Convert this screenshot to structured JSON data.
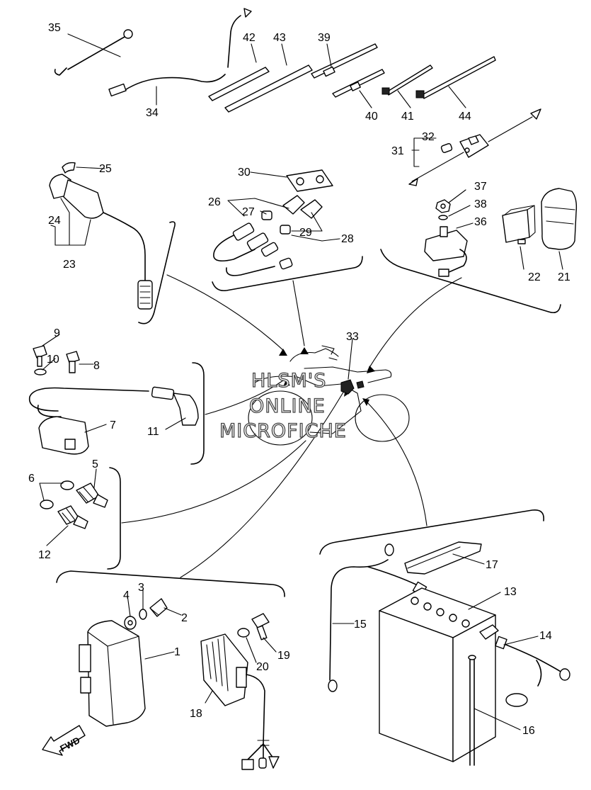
{
  "watermark": {
    "line1": "HLSM'S",
    "line2": "ONLINE",
    "line3": "MICROFICHE"
  },
  "fwd_label": "FWD",
  "callouts": {
    "c1": "1",
    "c2": "2",
    "c3": "3",
    "c4": "4",
    "c5": "5",
    "c6": "6",
    "c7": "7",
    "c8": "8",
    "c9": "9",
    "c10": "10",
    "c11": "11",
    "c12": "12",
    "c13": "13",
    "c14": "14",
    "c15": "15",
    "c16": "16",
    "c17": "17",
    "c18": "18",
    "c19": "19",
    "c20": "20",
    "c21": "21",
    "c22": "22",
    "c23": "23",
    "c24": "24",
    "c25": "25",
    "c26": "26",
    "c27": "27",
    "c28": "28",
    "c29": "29",
    "c30": "30",
    "c31": "31",
    "c32": "32",
    "c33": "33",
    "c34": "34",
    "c35": "35",
    "c36": "36",
    "c37": "37",
    "c38": "38",
    "c39": "39",
    "c40": "40",
    "c41": "41",
    "c42": "42",
    "c43": "43",
    "c44": "44"
  }
}
